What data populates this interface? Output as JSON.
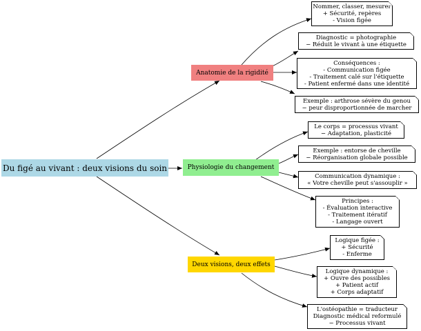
{
  "root": "Du figé au vivant : deux visions du soin",
  "branches": [
    {
      "label": "Anatomie de la rigidité",
      "notes": [
        [
          "Nommer, classer, mesurer",
          "+ Sécurité, repères",
          "- Vision figée"
        ],
        [
          "Diagnostic = photographie",
          "− Réduit le vivant à une étiquette"
        ],
        [
          "Conséquences :",
          "- Communication figée",
          "- Traitement calé sur l'étiquette",
          "- Patient enfermé dans une identité"
        ],
        [
          "Exemple : arthrose sévère du genou",
          "− peur disproportionnée de marcher"
        ]
      ]
    },
    {
      "label": "Physiologie du changement",
      "notes": [
        [
          "Le corps = processus vivant",
          "− Adaptation, plasticité"
        ],
        [
          "Exemple : entorse de cheville",
          "− Réorganisation globale possible"
        ],
        [
          "Communication dynamique :",
          "« Votre cheville peut s'assouplir »"
        ],
        [
          "Principes :",
          "- Évaluation interactive",
          "- Traitement itératif",
          "- Langage ouvert"
        ]
      ]
    },
    {
      "label": "Deux visions, deux effets",
      "notes": [
        [
          "Logique figée :",
          "+ Sécurité",
          "- Enferme"
        ],
        [
          "Logique dynamique :",
          "+ Ouvre des possibles",
          "+ Patient actif",
          "+ Corps adaptatif"
        ],
        [
          "L'ostéopathie = traducteur",
          "Diagnostic médical reformulé",
          "− Processus vivant"
        ]
      ]
    }
  ]
}
